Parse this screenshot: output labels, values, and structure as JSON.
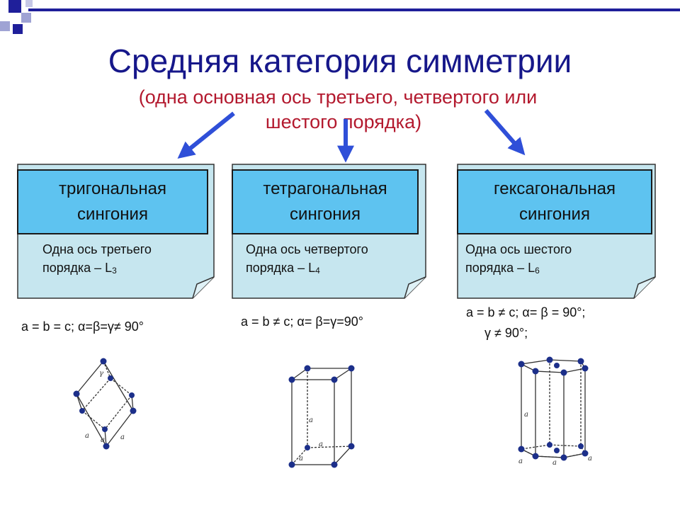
{
  "slide": {
    "title": "Средняя категория симметрии",
    "subtitle_line1": "(одна основная ось  третьего, четвертого или",
    "subtitle_line2": "шестого порядка)",
    "colors": {
      "title": "#16178a",
      "subtitle": "#b3192e",
      "arrow": "#2f4fd8",
      "card_head": "#5ec3f0",
      "card_body": "#c6e6ef"
    }
  },
  "cards": [
    {
      "head1": "тригональная",
      "head2": "сингония",
      "desc1": "Одна ось третьего",
      "desc2": "порядка – L",
      "axis_sub": "3",
      "formula1": "a = b = c;  α=β=γ≠ 90°",
      "formula2": ""
    },
    {
      "head1": "тетрагональная",
      "head2": "сингония",
      "desc1": "Одна ось четвертого",
      "desc2": "порядка – L",
      "axis_sub": "4",
      "formula1": "a = b ≠ c;  α= β=γ=90°",
      "formula2": ""
    },
    {
      "head1": "гексагональная",
      "head2": "сингония",
      "desc1": "Одна ось шестого",
      "desc2": "порядка – L",
      "axis_sub": "6",
      "formula1": "a = b ≠ c;  α= β = 90°;",
      "formula2": "γ ≠ 90°;"
    }
  ],
  "crystal_labels": {
    "trigonal": [
      "γ",
      "a",
      "a",
      "a"
    ],
    "tetragonal": [
      "a",
      "a",
      "a"
    ],
    "hexagonal": [
      "a",
      "a",
      "a",
      "a"
    ]
  }
}
